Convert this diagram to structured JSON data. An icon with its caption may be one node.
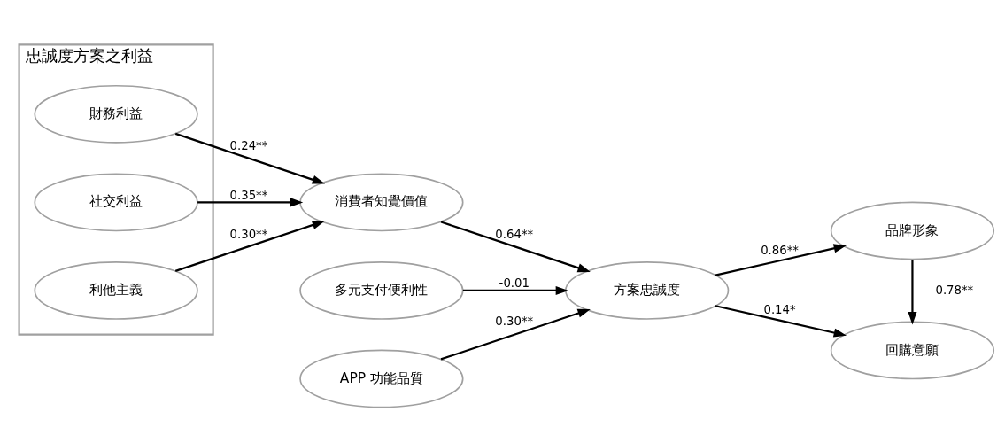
{
  "diagram": {
    "nodes": [
      {
        "text": [
          "忠誠度方案之利益"
        ]
      },
      {
        "text": [
          "財務利益"
        ],
        "in": 0
      },
      {
        "text": [
          "社交利益"
        ],
        "in": 0
      },
      {
        "text": [
          "利他主義"
        ],
        "in": 0
      },
      {
        "text": [
          "消費者知覺價值"
        ]
      },
      {
        "text": [
          "多元支付便利性"
        ]
      },
      {
        "text": [
          "APP 功能品質"
        ]
      },
      {
        "text": [
          "方案忠誠度"
        ]
      },
      {
        "text": [
          "品牌形象"
        ]
      },
      {
        "text": [
          "回購意願"
        ]
      }
    ],
    "edges": [
      {
        "from": 1,
        "to": 4,
        "arrow": "to",
        "label": "0.24**"
      },
      {
        "from": 2,
        "to": 4,
        "arrow": "to",
        "label": "0.35**"
      },
      {
        "from": 3,
        "to": 4,
        "arrow": "to",
        "label": "0.30**"
      },
      {
        "from": 4,
        "to": 7,
        "arrow": "to",
        "label": "0.64**"
      },
      {
        "from": 5,
        "to": 7,
        "arrow": "to",
        "label": "-0.01"
      },
      {
        "from": 6,
        "to": 7,
        "arrow": "to",
        "label": "0.30**"
      },
      {
        "from": 7,
        "to": 8,
        "arrow": "to",
        "label": "0.86**"
      },
      {
        "from": 7,
        "to": 9,
        "arrow": "to",
        "label": "0.14*"
      },
      {
        "from": 8,
        "to": 9,
        "arrow": "to",
        "label": "0.78**"
      }
    ]
  }
}
